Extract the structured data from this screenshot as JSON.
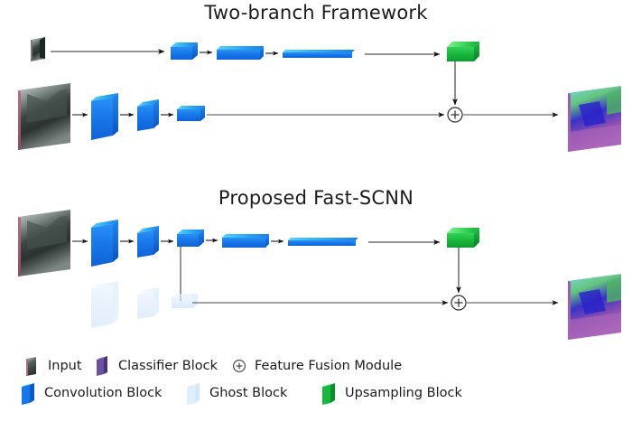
{
  "figure": {
    "type": "architecture-diagram",
    "panels": [
      {
        "id": "two-branch",
        "title": "Two-branch Framework",
        "branches": [
          {
            "id": "deep-branch",
            "nodes": [
              "input",
              "convolution-block",
              "convolution-block",
              "convolution-block",
              "upsampling-block"
            ]
          },
          {
            "id": "shallow-branch",
            "nodes": [
              "input",
              "convolution-block",
              "convolution-block",
              "convolution-block",
              "feature-fusion-module",
              "classifier-output"
            ]
          }
        ]
      },
      {
        "id": "fast-scnn",
        "title": "Proposed Fast-SCNN",
        "branches": [
          {
            "id": "shared-branch",
            "nodes": [
              "input",
              "convolution-block",
              "convolution-block",
              "convolution-block",
              "convolution-block",
              "convolution-block",
              "upsampling-block"
            ]
          },
          {
            "id": "ghost-branch",
            "nodes": [
              "ghost-block",
              "ghost-block",
              "ghost-block",
              "feature-fusion-module",
              "classifier-output"
            ]
          }
        ]
      }
    ]
  },
  "titles": {
    "panel1": "Two-branch Framework",
    "panel2": "Proposed Fast-SCNN"
  },
  "legend": {
    "row1": [
      {
        "icon": "input-thumbnail-icon",
        "label": "Input"
      },
      {
        "icon": "classifier-block-icon",
        "label": "Classifier Block"
      },
      {
        "icon": "feature-fusion-icon",
        "label": "Feature Fusion Module"
      }
    ],
    "row2": [
      {
        "icon": "convolution-block-icon",
        "label": "Convolution Block"
      },
      {
        "icon": "ghost-block-icon",
        "label": "Ghost Block"
      },
      {
        "icon": "upsampling-block-icon",
        "label": "Upsampling Block"
      }
    ]
  },
  "symbols": {
    "fusion_operator": "+"
  },
  "colors": {
    "convolution_block": "#1878ea",
    "convolution_block_top": "#29b6f6",
    "convolution_block_side": "#0b5bc4",
    "upsampling_block": "#18b83c",
    "upsampling_block_top": "#4ee06a",
    "upsampling_block_side": "#0e8f2c",
    "ghost_block": "#cfe6fb",
    "ghost_block_top": "#e6f2fd",
    "classifier_block": "#6b4fa0",
    "arrow": "#1a1a1a",
    "line": "#4a4a4a",
    "title_text": "#1c1c1c",
    "legend_text": "#1b1b1b",
    "background": "#ffffff"
  }
}
